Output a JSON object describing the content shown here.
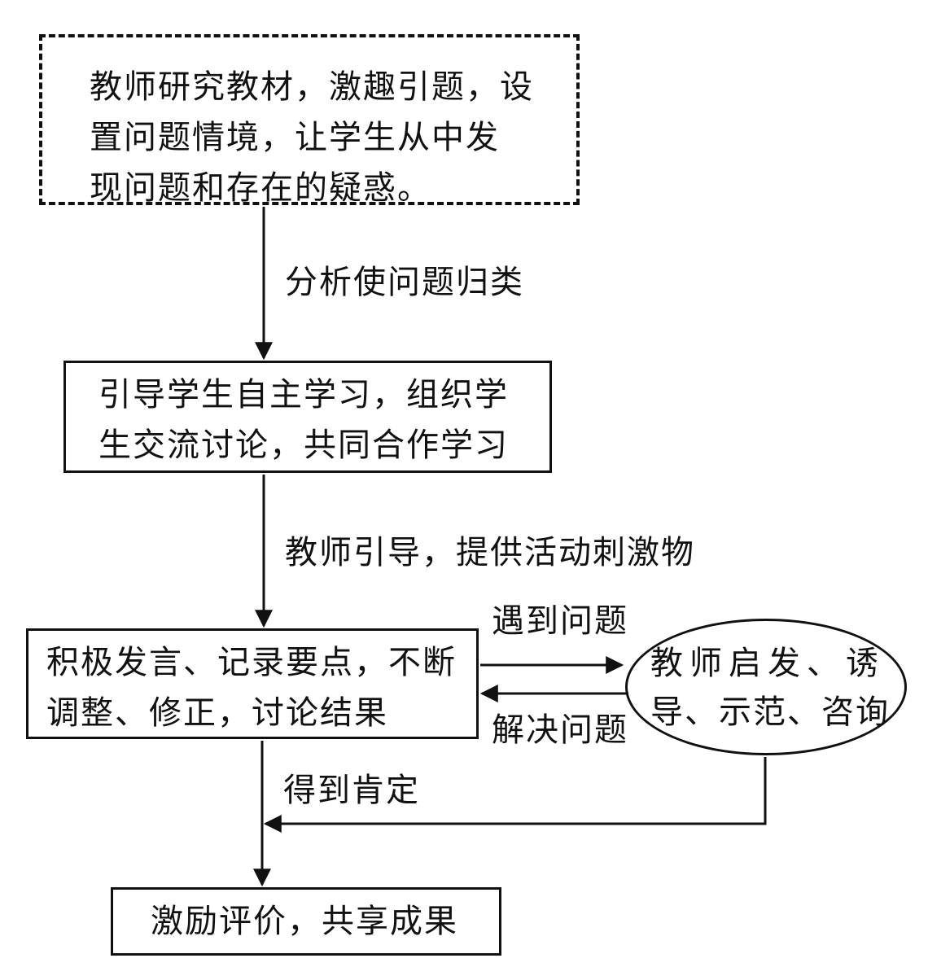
{
  "nodes": {
    "n1": {
      "line1": "教师研究教材，激趣引题，设",
      "line2": "置问题情境，让学生从中发",
      "line3": "现问题和存在的疑惑。"
    },
    "n2": {
      "line1": "引导学生自主学习，组织学",
      "line2": "生交流讨论，共同合作学习"
    },
    "n3": {
      "line1": "积极发言、记录要点，不断",
      "line2": "调整、修正，讨论结果"
    },
    "n4": {
      "line1": "教师启发、诱",
      "line2": "导、示范、咨询"
    },
    "n5": {
      "line1": "激励评价，共享成果"
    }
  },
  "edges": {
    "e1": "分析使问题归类",
    "e2": "教师引导，提供活动刺激物",
    "e3": "遇到问题",
    "e4": "解决问题",
    "e5": "得到肯定"
  }
}
